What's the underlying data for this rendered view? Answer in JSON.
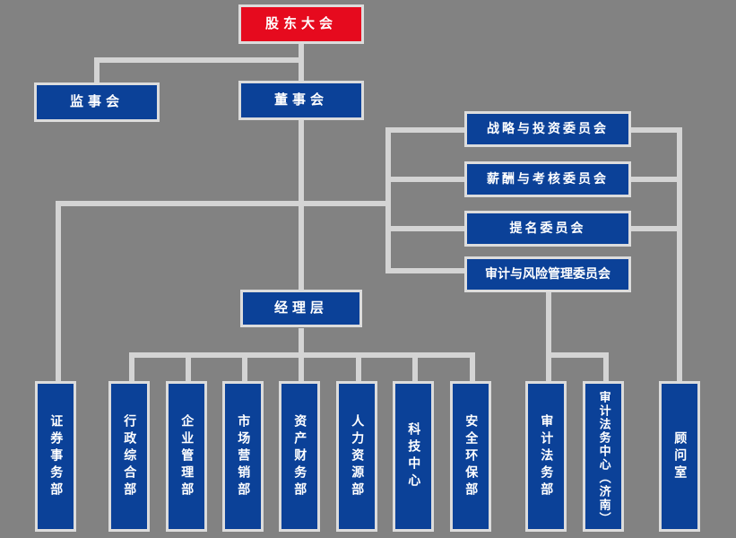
{
  "meta": {
    "title": "公司组织结构图",
    "colors": {
      "background": "#828282",
      "node_fill": "#0b4198",
      "node_top_fill": "#e60a1e",
      "node_border": "#dcdcdc",
      "connector": "#d4d4d4",
      "text": "#ffffff"
    }
  },
  "nodes": {
    "shareholders_meeting": "股东大会",
    "supervisory_board": "监事会",
    "board_of_directors": "董事会",
    "strategy_investment_committee": "战略与投资委员会",
    "remuneration_appraisal_committee": "薪酬与考核委员会",
    "nomination_committee": "提名委员会",
    "audit_risk_committee": "审计与风险管理委员会",
    "management": "经理层",
    "advisory_office": "顾问室"
  },
  "departments": [
    {
      "id": "securities-affairs",
      "label": "证券事务部"
    },
    {
      "id": "administration-general",
      "label": "行政综合部"
    },
    {
      "id": "enterprise-management",
      "label": "企业管理部"
    },
    {
      "id": "marketing",
      "label": "市场营销部"
    },
    {
      "id": "asset-finance",
      "label": "资产财务部"
    },
    {
      "id": "human-resources",
      "label": "人力资源部"
    },
    {
      "id": "technology-center",
      "label": "科技中心"
    },
    {
      "id": "safety-environment",
      "label": "安全环保部"
    },
    {
      "id": "audit-legal",
      "label": "审计法务部"
    },
    {
      "id": "audit-legal-center-jinan",
      "label": "审计法务中心（济南）"
    }
  ]
}
